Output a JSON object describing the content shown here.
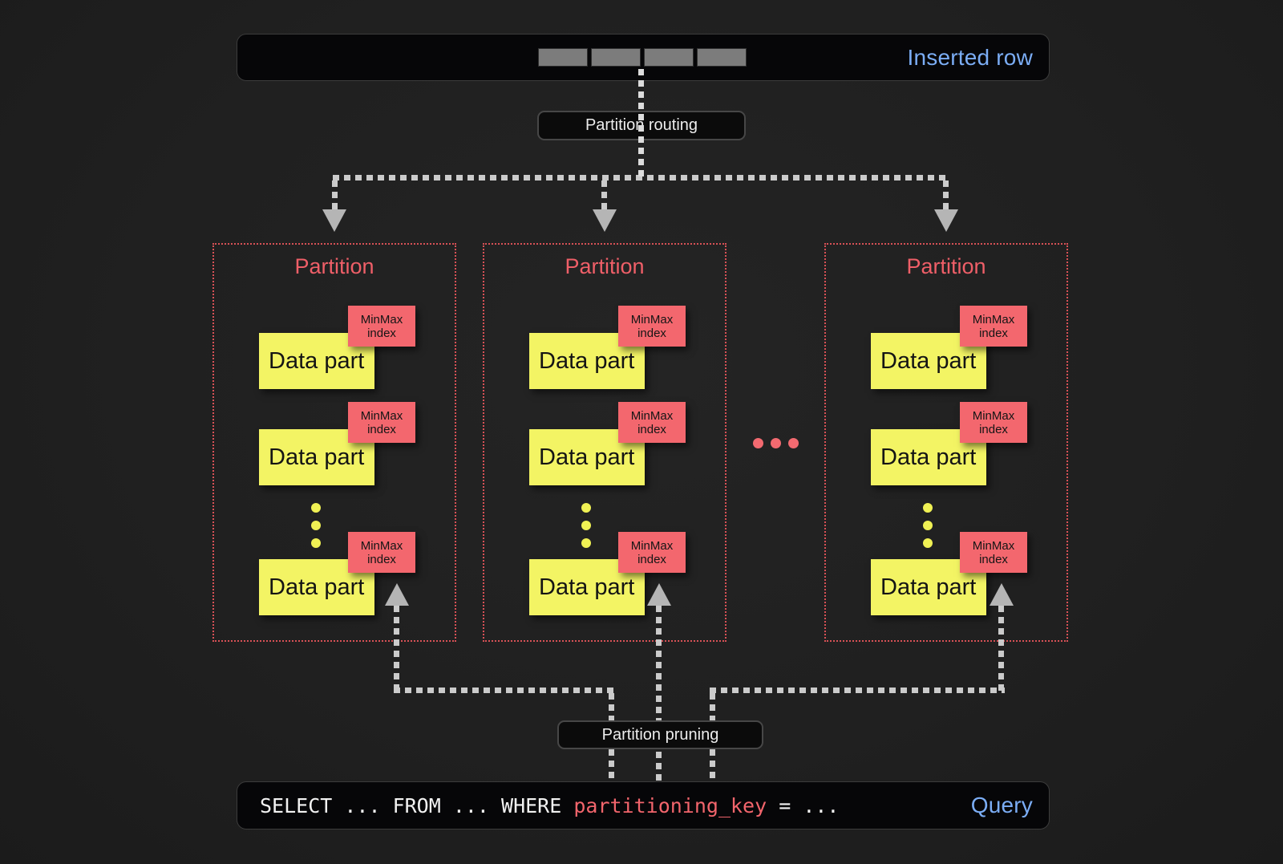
{
  "inserted_row": {
    "label": "Inserted row",
    "cell_count": 4
  },
  "labels": {
    "routing": "Partition routing",
    "pruning": "Partition pruning"
  },
  "partitions": [
    {
      "title": "Partition",
      "parts": [
        {
          "name": "Data part",
          "index": "MinMax index"
        },
        {
          "name": "Data part",
          "index": "MinMax index"
        },
        {
          "name": "Data part",
          "index": "MinMax index"
        }
      ]
    },
    {
      "title": "Partition",
      "parts": [
        {
          "name": "Data part",
          "index": "MinMax index"
        },
        {
          "name": "Data part",
          "index": "MinMax index"
        },
        {
          "name": "Data part",
          "index": "MinMax index"
        }
      ]
    },
    {
      "title": "Partition",
      "parts": [
        {
          "name": "Data part",
          "index": "MinMax index"
        },
        {
          "name": "Data part",
          "index": "MinMax index"
        },
        {
          "name": "Data part",
          "index": "MinMax index"
        }
      ]
    }
  ],
  "query": {
    "code_prefix": "SELECT ... FROM ... WHERE ",
    "code_key": "partitioning_key",
    "code_suffix": " = ...",
    "label": "Query"
  },
  "colors": {
    "accent_blue": "#7badf5",
    "coral": "#ef5f68",
    "minmax_red": "#f3676e",
    "part_yellow": "#f3f464",
    "dash_gray": "#cbcbcb"
  }
}
